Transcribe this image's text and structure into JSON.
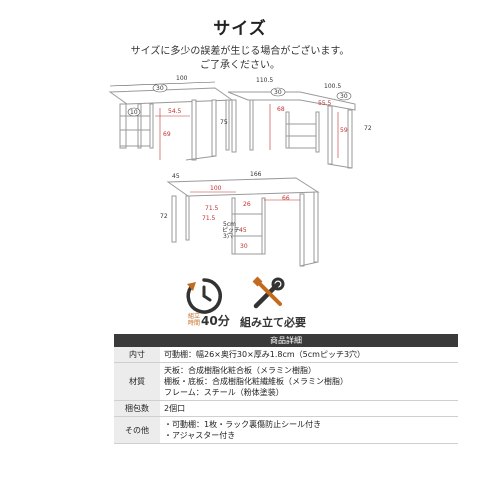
{
  "title": "サイズ",
  "note": {
    "line1": "サイズに多少の誤差が生じる場合がございます。",
    "line2": "ご了承ください。"
  },
  "diagram1": {
    "width": "100",
    "depth": "30",
    "shelf_depth": "10",
    "inner": "54.5",
    "height": "69"
  },
  "diagram2": {
    "w1": "110.5",
    "w2": "100.5",
    "d1": "30",
    "d2": "30",
    "h": "75",
    "leg": "68",
    "inner": "55.5",
    "shelf": "59",
    "total_h": "72"
  },
  "diagram3": {
    "depth": "45",
    "width": "166",
    "left": "100",
    "mid": "26",
    "right": "66",
    "sub1": "71.5",
    "sub2": "71.5",
    "pitch_label": "5cm\nピッチ\n3穴",
    "h1": "72",
    "h2": "45",
    "h3": "30"
  },
  "icons": {
    "clock_label": "組立\n時間",
    "clock_minutes": "40分",
    "tools_label": "組み立て必要",
    "clock_icon": "clock-icon",
    "tools_icon": "wrench-screwdriver-icon"
  },
  "spec": {
    "header": "商品詳細",
    "rows": [
      {
        "key": "内寸",
        "lines": [
          "可動棚：幅26×奥行30×厚み1.8cm（5cmピッチ3穴）"
        ]
      },
      {
        "key": "材質",
        "lines": [
          "天板：合成樹脂化粧合板（メラミン樹脂）",
          "棚板・底板：合成樹脂化粧繊維板（メラミン樹脂）",
          "フレーム：スチール（粉体塗装）"
        ]
      },
      {
        "key": "梱包数",
        "lines": [
          "2個口"
        ]
      },
      {
        "key": "その他",
        "lines": [
          "・可動棚：1枚・ラック裏傷防止シール付き",
          "・アジャスター付き"
        ]
      }
    ]
  },
  "colors": {
    "accent": "#c46a1f",
    "dim_red": "#c03030",
    "frame": "#9a9a9a",
    "header_bg": "#3a3a3a"
  }
}
